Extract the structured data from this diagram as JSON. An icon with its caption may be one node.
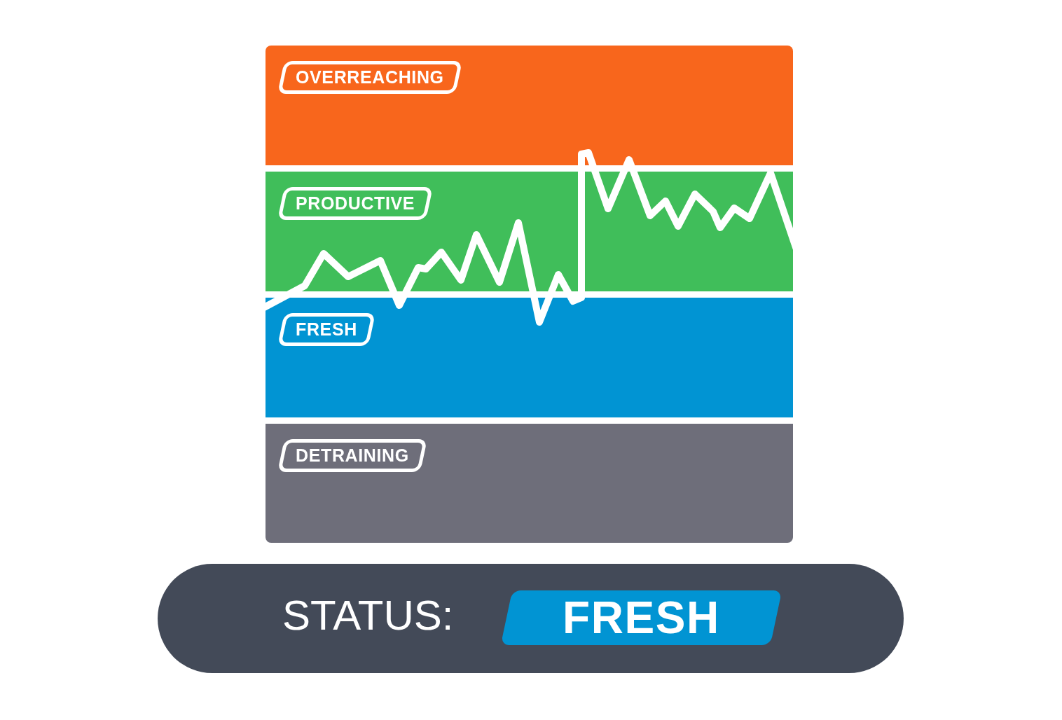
{
  "diagram": {
    "nodes": [
      {
        "text": [
          "OVERREACHING"
        ]
      },
      {
        "text": [
          "PRODUCTIVE"
        ]
      },
      {
        "text": [
          "FRESH"
        ]
      },
      {
        "text": [
          "DETRAINING"
        ]
      },
      {
        "text": [
          "STATUS:"
        ]
      },
      {
        "text": [
          "FRESH"
        ],
        "in": 4
      }
    ]
  }
}
